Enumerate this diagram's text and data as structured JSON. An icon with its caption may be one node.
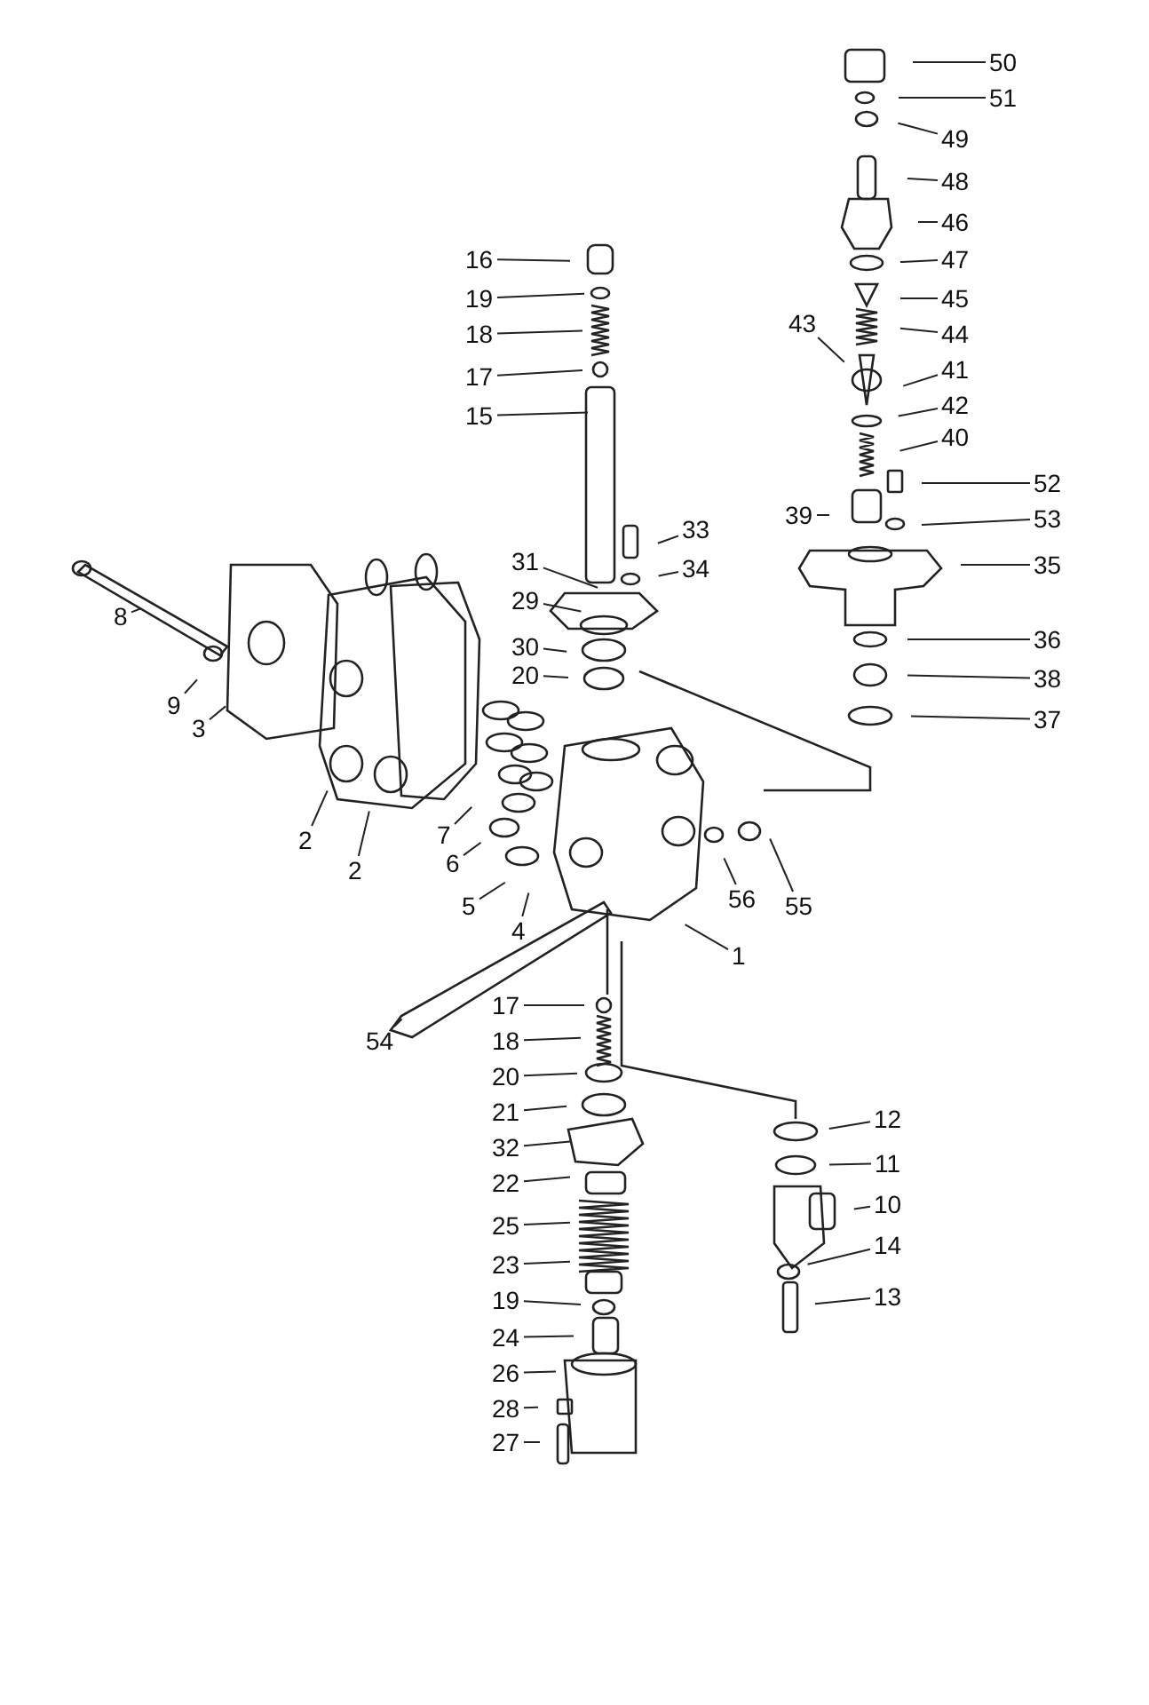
{
  "diagram": {
    "nodes": [
      {
        "text": [
          "50"
        ]
      },
      {
        "text": [
          "51"
        ]
      },
      {
        "text": [
          "49"
        ]
      },
      {
        "text": [
          "48"
        ]
      },
      {
        "text": [
          "46"
        ]
      },
      {
        "text": [
          "47"
        ]
      },
      {
        "text": [
          "45"
        ]
      },
      {
        "text": [
          "44"
        ]
      },
      {
        "text": [
          "43"
        ]
      },
      {
        "text": [
          "41"
        ]
      },
      {
        "text": [
          "42"
        ]
      },
      {
        "text": [
          "40"
        ]
      },
      {
        "text": [
          "52"
        ]
      },
      {
        "text": [
          "39"
        ]
      },
      {
        "text": [
          "53"
        ]
      },
      {
        "text": [
          "35"
        ]
      },
      {
        "text": [
          "36"
        ]
      },
      {
        "text": [
          "38"
        ]
      },
      {
        "text": [
          "37"
        ]
      },
      {
        "text": [
          "16"
        ]
      },
      {
        "text": [
          "19"
        ]
      },
      {
        "text": [
          "18"
        ]
      },
      {
        "text": [
          "17"
        ]
      },
      {
        "text": [
          "15"
        ]
      },
      {
        "text": [
          "33"
        ]
      },
      {
        "text": [
          "34"
        ]
      },
      {
        "text": [
          "31"
        ]
      },
      {
        "text": [
          "29"
        ]
      },
      {
        "text": [
          "30"
        ]
      },
      {
        "text": [
          "20"
        ]
      },
      {
        "text": [
          "8"
        ]
      },
      {
        "text": [
          "9"
        ]
      },
      {
        "text": [
          "3"
        ]
      },
      {
        "text": [
          "2"
        ]
      },
      {
        "text": [
          "2"
        ]
      },
      {
        "text": [
          "7"
        ]
      },
      {
        "text": [
          "6"
        ]
      },
      {
        "text": [
          "5"
        ]
      },
      {
        "text": [
          "4"
        ]
      },
      {
        "text": [
          "1"
        ]
      },
      {
        "text": [
          "56"
        ]
      },
      {
        "text": [
          "55"
        ]
      },
      {
        "text": [
          "54"
        ]
      },
      {
        "text": [
          "17"
        ]
      },
      {
        "text": [
          "18"
        ]
      },
      {
        "text": [
          "20"
        ]
      },
      {
        "text": [
          "21"
        ]
      },
      {
        "text": [
          "32"
        ]
      },
      {
        "text": [
          "22"
        ]
      },
      {
        "text": [
          "25"
        ]
      },
      {
        "text": [
          "23"
        ]
      },
      {
        "text": [
          "19"
        ]
      },
      {
        "text": [
          "24"
        ]
      },
      {
        "text": [
          "26"
        ]
      },
      {
        "text": [
          "28"
        ]
      },
      {
        "text": [
          "27"
        ]
      },
      {
        "text": [
          "12"
        ]
      },
      {
        "text": [
          "11"
        ]
      },
      {
        "text": [
          "10"
        ]
      },
      {
        "text": [
          "14"
        ]
      },
      {
        "text": [
          "13"
        ]
      }
    ],
    "edges": [
      {
        "from": 0,
        "to": null,
        "arrow": "none"
      },
      {
        "from": 1,
        "to": null,
        "arrow": "none"
      },
      {
        "from": 2,
        "to": null,
        "arrow": "none"
      },
      {
        "from": 3,
        "to": null,
        "arrow": "none"
      },
      {
        "from": 4,
        "to": null,
        "arrow": "none"
      },
      {
        "from": 5,
        "to": null,
        "arrow": "none"
      },
      {
        "from": 6,
        "to": null,
        "arrow": "none"
      },
      {
        "from": 7,
        "to": null,
        "arrow": "none"
      },
      {
        "from": 8,
        "to": null,
        "arrow": "none"
      },
      {
        "from": 9,
        "to": null,
        "arrow": "none"
      },
      {
        "from": 10,
        "to": null,
        "arrow": "none"
      },
      {
        "from": 11,
        "to": null,
        "arrow": "none"
      },
      {
        "from": 12,
        "to": null,
        "arrow": "none"
      },
      {
        "from": 13,
        "to": null,
        "arrow": "none"
      },
      {
        "from": 14,
        "to": null,
        "arrow": "none"
      },
      {
        "from": 15,
        "to": null,
        "arrow": "none"
      },
      {
        "from": 16,
        "to": null,
        "arrow": "none"
      },
      {
        "from": 17,
        "to": null,
        "arrow": "none"
      },
      {
        "from": 18,
        "to": null,
        "arrow": "none"
      },
      {
        "from": 19,
        "to": null,
        "arrow": "none"
      },
      {
        "from": 20,
        "to": null,
        "arrow": "none"
      },
      {
        "from": 21,
        "to": null,
        "arrow": "none"
      },
      {
        "from": 22,
        "to": null,
        "arrow": "none"
      },
      {
        "from": 23,
        "to": null,
        "arrow": "none"
      },
      {
        "from": 24,
        "to": null,
        "arrow": "none"
      },
      {
        "from": 25,
        "to": null,
        "arrow": "none"
      },
      {
        "from": 26,
        "to": null,
        "arrow": "none"
      },
      {
        "from": 27,
        "to": null,
        "arrow": "none"
      },
      {
        "from": 28,
        "to": null,
        "arrow": "none"
      },
      {
        "from": 29,
        "to": null,
        "arrow": "none"
      },
      {
        "from": 30,
        "to": null,
        "arrow": "none"
      },
      {
        "from": 31,
        "to": null,
        "arrow": "none"
      },
      {
        "from": 32,
        "to": null,
        "arrow": "none"
      },
      {
        "from": 33,
        "to": null,
        "arrow": "none"
      },
      {
        "from": 34,
        "to": null,
        "arrow": "none"
      },
      {
        "from": 35,
        "to": null,
        "arrow": "none"
      },
      {
        "from": 36,
        "to": null,
        "arrow": "none"
      },
      {
        "from": 37,
        "to": null,
        "arrow": "none"
      },
      {
        "from": 38,
        "to": null,
        "arrow": "none"
      },
      {
        "from": 39,
        "to": null,
        "arrow": "none"
      },
      {
        "from": 40,
        "to": null,
        "arrow": "none"
      },
      {
        "from": 41,
        "to": null,
        "arrow": "none"
      },
      {
        "from": 42,
        "to": null,
        "arrow": "none"
      },
      {
        "from": 43,
        "to": null,
        "arrow": "none"
      },
      {
        "from": 44,
        "to": null,
        "arrow": "none"
      },
      {
        "from": 45,
        "to": null,
        "arrow": "none"
      },
      {
        "from": 46,
        "to": null,
        "arrow": "none"
      },
      {
        "from": 47,
        "to": null,
        "arrow": "none"
      },
      {
        "from": 48,
        "to": null,
        "arrow": "none"
      },
      {
        "from": 49,
        "to": null,
        "arrow": "none"
      },
      {
        "from": 50,
        "to": null,
        "arrow": "none"
      },
      {
        "from": 51,
        "to": null,
        "arrow": "none"
      },
      {
        "from": 52,
        "to": null,
        "arrow": "none"
      },
      {
        "from": 53,
        "to": null,
        "arrow": "none"
      },
      {
        "from": 54,
        "to": null,
        "arrow": "none"
      },
      {
        "from": 55,
        "to": null,
        "arrow": "none"
      },
      {
        "from": 56,
        "to": null,
        "arrow": "none"
      },
      {
        "from": 57,
        "to": null,
        "arrow": "none"
      },
      {
        "from": 58,
        "to": null,
        "arrow": "none"
      },
      {
        "from": 59,
        "to": null,
        "arrow": "none"
      },
      {
        "from": 60,
        "to": null,
        "arrow": "none"
      }
    ]
  }
}
